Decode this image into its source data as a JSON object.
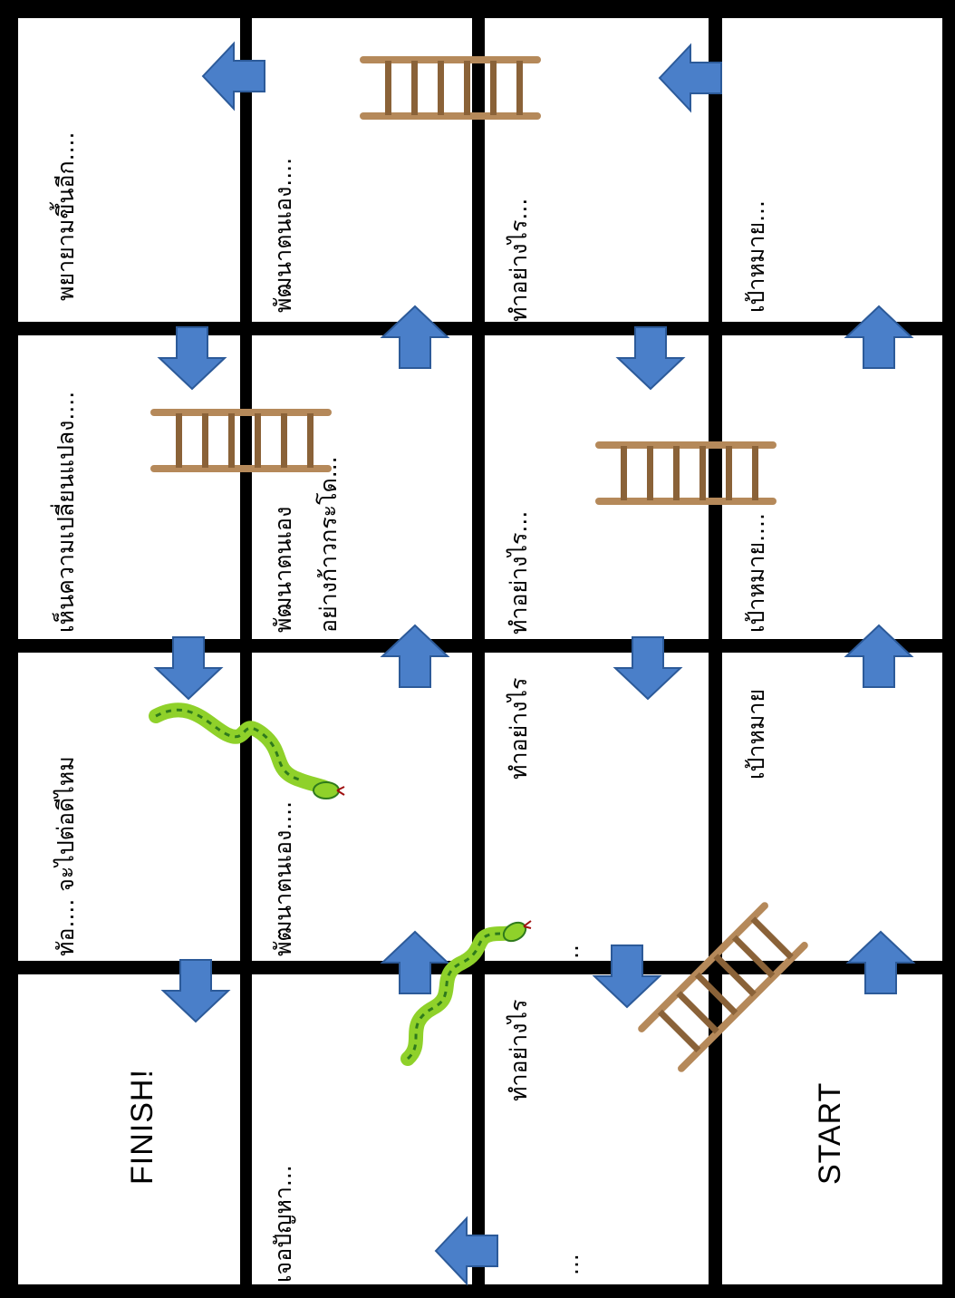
{
  "board": {
    "cells": [
      {
        "id": "c-0-0",
        "lines": [
          "พยายามขึ้นอีก...."
        ]
      },
      {
        "id": "c-0-1",
        "lines": [
          "พัฒนาตนเอง...."
        ]
      },
      {
        "id": "c-0-2",
        "lines": [
          "ทำอย่างไร..."
        ]
      },
      {
        "id": "c-0-3",
        "lines": [
          "เป้าหมาย..."
        ]
      },
      {
        "id": "c-1-0",
        "lines": [
          "เห็นความเปลี่ยนแปลง...."
        ]
      },
      {
        "id": "c-1-1",
        "lines": [
          "พัฒนาตนเอง",
          "อย่างก้าวกระโด..."
        ]
      },
      {
        "id": "c-1-2",
        "lines": [
          "ทำอย่างไร..."
        ]
      },
      {
        "id": "c-1-3",
        "lines": [
          "เป้าหมาย...."
        ]
      },
      {
        "id": "c-2-0",
        "lines": [
          "ทัอ....  จะไปต่อดีไหม"
        ]
      },
      {
        "id": "c-2-1",
        "lines": [
          "พัฒนาตนเอง...."
        ]
      },
      {
        "id": "c-2-2",
        "lines": [
          "ทำอย่างไร",
          ".."
        ]
      },
      {
        "id": "c-2-3",
        "lines": [
          "เป้าหมาย"
        ]
      },
      {
        "id": "c-3-0",
        "lines": [
          "FINISH!"
        ]
      },
      {
        "id": "c-3-1",
        "lines": [
          "เจอปัญหา..."
        ]
      },
      {
        "id": "c-3-2",
        "lines": [
          "ทำอย่างไร",
          "..."
        ]
      },
      {
        "id": "c-3-3",
        "lines": [
          "START"
        ]
      }
    ]
  },
  "colors": {
    "arrow_fill": "#4a7fc9",
    "arrow_stroke": "#2c5a99",
    "ladder": "#b5895a",
    "ladder_dark": "#8a6238",
    "snake": "#8fd12a",
    "snake_dark": "#2f7a1c",
    "grid": "#000000"
  },
  "icons": [
    "arrow-left-icon",
    "arrow-up-icon",
    "arrow-down-icon",
    "ladder-icon",
    "snake-icon"
  ]
}
